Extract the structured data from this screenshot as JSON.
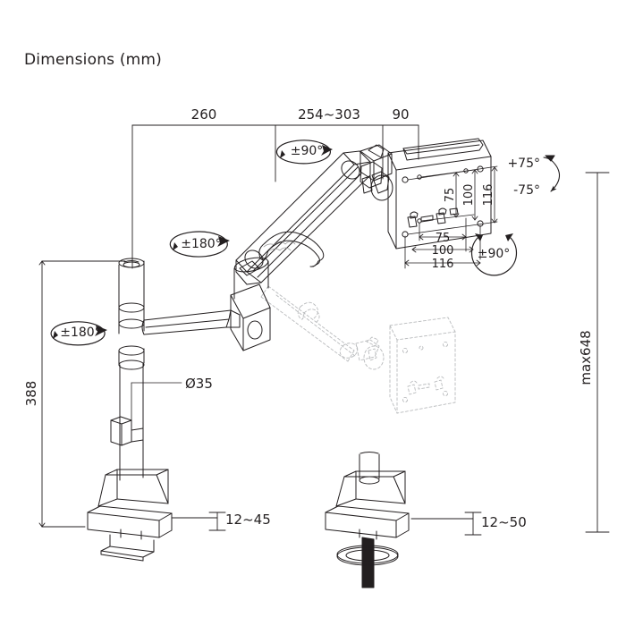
{
  "page": {
    "title": "Dimensions (mm)",
    "background": "#ffffff",
    "ink": "#231f20",
    "ghost": "#b9bbbd"
  },
  "dimensions": {
    "top": [
      {
        "name": "base-to-joint",
        "value": "260"
      },
      {
        "name": "arm-extension",
        "value": "254~303"
      },
      {
        "name": "mount-offset",
        "value": "90"
      }
    ],
    "left": [
      {
        "name": "pole-height",
        "value": "388"
      },
      {
        "name": "pole-diameter",
        "value": "Ø35"
      }
    ],
    "right": [
      {
        "name": "max-height",
        "value": "max648"
      }
    ],
    "vesa_vertical": [
      {
        "name": "vesa-v-75",
        "value": "75"
      },
      {
        "name": "vesa-v-100",
        "value": "100"
      },
      {
        "name": "vesa-v-116",
        "value": "116"
      }
    ],
    "vesa_horizontal": [
      {
        "name": "vesa-h-75",
        "value": "75"
      },
      {
        "name": "vesa-h-100",
        "value": "100"
      },
      {
        "name": "vesa-h-116",
        "value": "116"
      }
    ],
    "clamp": [
      {
        "name": "desk-clamp-thickness",
        "value": "12~45"
      },
      {
        "name": "grommet-thickness",
        "value": "12~50"
      }
    ]
  },
  "rotations": {
    "arm_swivel_top": "±90°",
    "pole_rotation_upper": "±180°",
    "pole_rotation_lower": "±180°",
    "screen_rotation": "±90°",
    "tilt_up": "+75°",
    "tilt_down": "-75°"
  }
}
